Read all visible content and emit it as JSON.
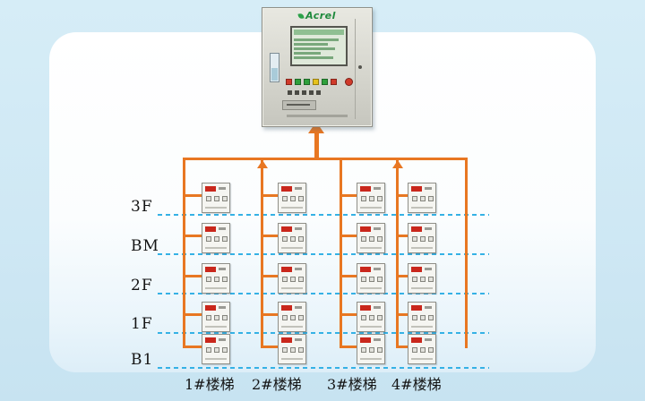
{
  "diagram": {
    "cabinet": {
      "brand": "Acrel"
    },
    "floors": [
      "3F",
      "BM",
      "2F",
      "1F",
      "B1"
    ],
    "stairwells": [
      "1#楼梯",
      "2#楼梯",
      "3#楼梯",
      "4#楼梯"
    ],
    "grid": {
      "rows": 5,
      "columns": 4
    },
    "colors": {
      "bus_orange": "#e87722",
      "floor_line_blue": "#35b1e5",
      "background_blue": "#cfe8f4",
      "panel_white": "#ffffff",
      "cabinet_body": "#d6d6ce",
      "device_tag_red": "#c9271c",
      "screen_green": "#dfe9da",
      "brand_green": "#1f8a3d"
    }
  }
}
